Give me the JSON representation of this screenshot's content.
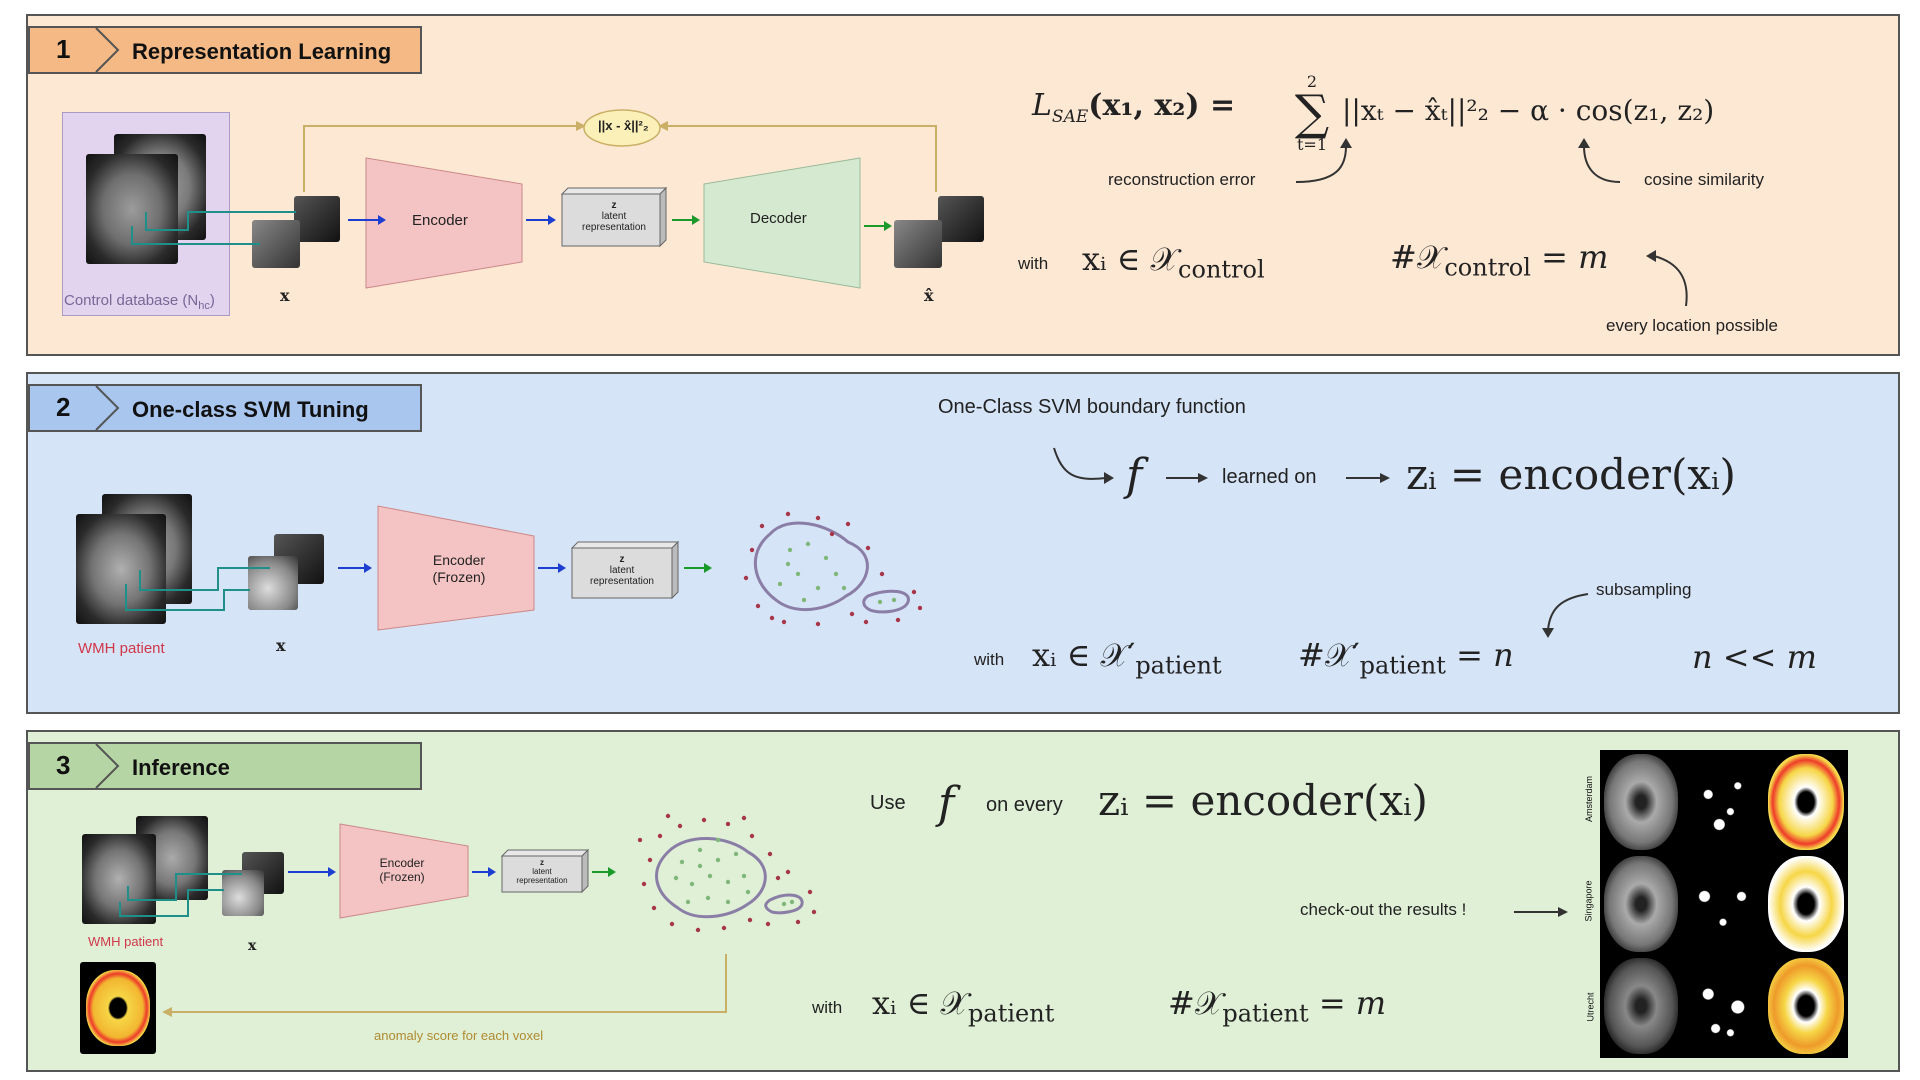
{
  "steps": [
    {
      "number": "1",
      "title": "Representation Learning"
    },
    {
      "number": "2",
      "title": "One-class SVM Tuning"
    },
    {
      "number": "3",
      "title": "Inference"
    }
  ],
  "p1": {
    "control_db_label": "Control database (N",
    "control_db_sub": "hc",
    "control_db_close": ")",
    "x_label": "x",
    "xhat_label": "x̂",
    "encoder": "Encoder",
    "decoder": "Decoder",
    "latent_z": "z",
    "latent_line1": "latent",
    "latent_line2": "representation",
    "loss_bubble": "||x - x̂||²₂",
    "loss_lhs": "L",
    "loss_lhs_sub": "SAE",
    "loss_rhs": "(x₁, x₂) = ",
    "sum_top": "2",
    "sum_bottom": "t=1",
    "loss_terms": "||xₜ − x̂ₜ||²₂ − α · cos(z₁, z₂)",
    "recon_label": "reconstruction error",
    "cos_label": "cosine similarity",
    "with": "with",
    "set_expr": "xᵢ ∈ 𝒳",
    "set_sub": "control",
    "card_expr": "#𝒳",
    "card_sub": "control",
    "card_rhs": " = m",
    "every_loc": "every location possible"
  },
  "p2": {
    "patient_label": "WMH patient",
    "x_label": "x",
    "encoder_line1": "Encoder",
    "encoder_line2": "(Frozen)",
    "latent_z": "z",
    "latent_line1": "latent",
    "latent_line2": "representation",
    "svm_title": "One-Class SVM boundary function",
    "f": "f",
    "learned_on": "learned on",
    "z_expr": "zᵢ = encoder(xᵢ)",
    "subsampling": "subsampling",
    "with": "with",
    "set_expr": "xᵢ ∈ 𝒳′",
    "set_sub": "patient",
    "card_expr": "#𝒳′",
    "card_sub": "patient",
    "card_rhs": " = n",
    "n_vs_m": "n << m"
  },
  "p3": {
    "patient_label": "WMH patient",
    "x_label": "x",
    "encoder_line1": "Encoder",
    "encoder_line2": "(Frozen)",
    "latent_z": "z",
    "latent_line1": "latent",
    "latent_line2": "representation",
    "use": "Use",
    "f": "f",
    "on_every": "on every",
    "z_expr": "zᵢ = encoder(xᵢ)",
    "check_results": "check-out the results !",
    "anomaly_label": "anomaly score for each voxel",
    "with": "with",
    "set_expr": "xᵢ ∈ 𝒳",
    "set_sub": "patient",
    "card_expr": "#𝒳",
    "card_sub": "patient",
    "card_rhs": " = m",
    "sites": [
      "Amsterdam",
      "Singapore",
      "Utrecht"
    ]
  },
  "colors": {
    "panel1_bg": "#fde8d4",
    "panel2_bg": "#d6e4f7",
    "panel3_bg": "#dff0d6",
    "encoder_fill": "#f4c3c3",
    "decoder_fill": "#d5e8d0",
    "arrow_blue": "#1d3fd1",
    "arrow_green": "#1a9a2a",
    "arrow_teal": "#1f8f8a",
    "skip_line": "#c9b066",
    "patient_red": "#d0384a",
    "svm_inlier": "#7fb77a",
    "svm_outlier": "#a8354a"
  }
}
